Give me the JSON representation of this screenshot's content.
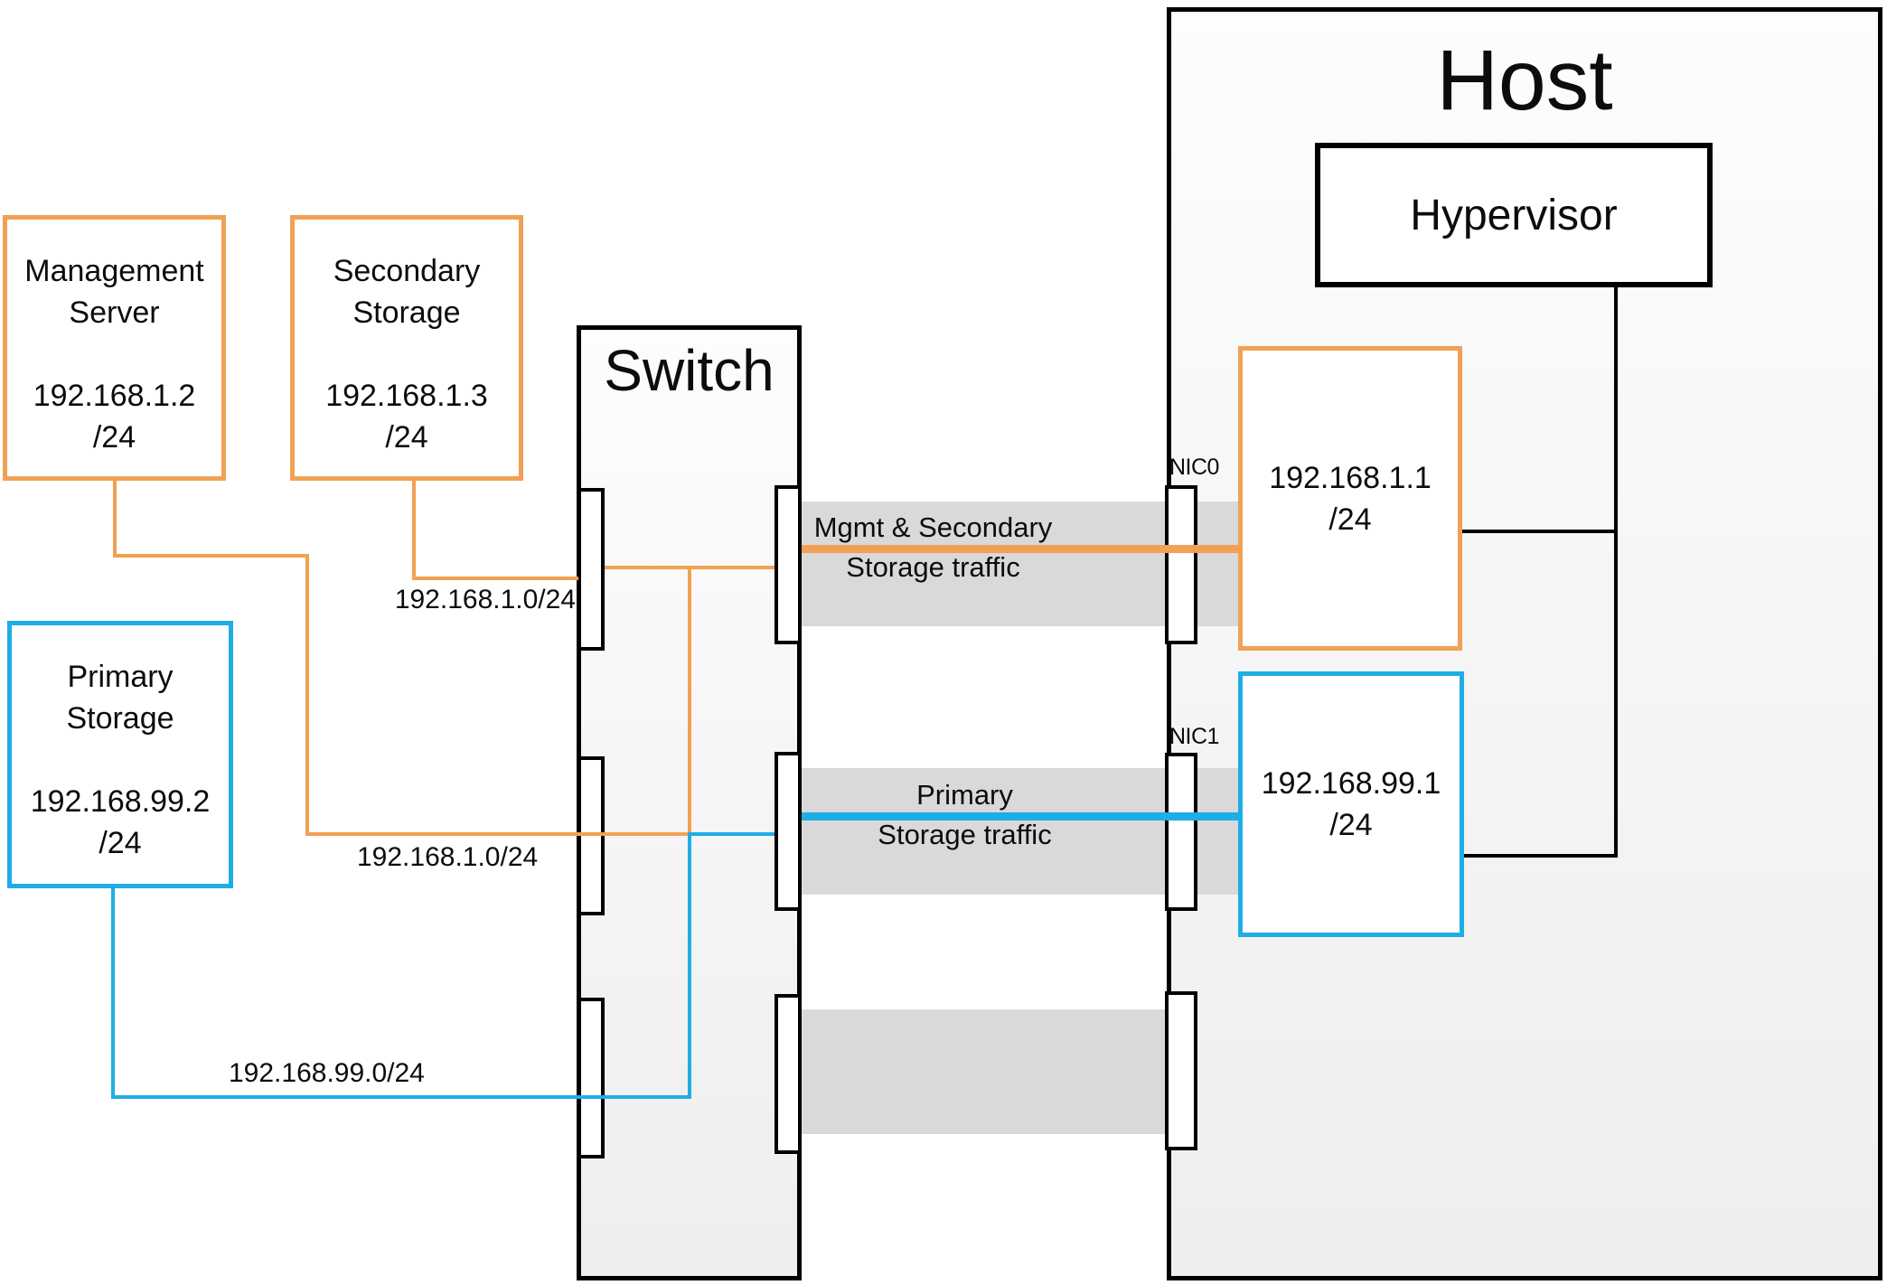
{
  "colors": {
    "orange": "#F2A154",
    "blue": "#1FADE6",
    "band": "#D9D9D9",
    "ink": "#000000"
  },
  "switch": {
    "label": "Switch"
  },
  "host": {
    "label": "Host"
  },
  "hypervisor": {
    "label": "Hypervisor"
  },
  "servers": {
    "management": {
      "line1": "Management",
      "line2": "Server",
      "ip": "192.168.1.2",
      "mask": "/24"
    },
    "secondary": {
      "line1": "Secondary",
      "line2": "Storage",
      "ip": "192.168.1.3",
      "mask": "/24"
    },
    "primary": {
      "line1": "Primary",
      "line2": "Storage",
      "ip": "192.168.99.2",
      "mask": "/24"
    }
  },
  "nics": {
    "nic0": {
      "label": "NIC0",
      "ip": "192.168.1.1",
      "mask": "/24"
    },
    "nic1": {
      "label": "NIC1",
      "ip": "192.168.99.1",
      "mask": "/24"
    }
  },
  "subnets": {
    "mgmt_a": "192.168.1.0/24",
    "mgmt_b": "192.168.1.0/24",
    "storage": "192.168.99.0/24"
  },
  "traffic": {
    "mgmt": {
      "line1": "Mgmt & Secondary",
      "line2": "Storage traffic"
    },
    "primary": {
      "line1": "Primary",
      "line2": "Storage traffic"
    }
  }
}
